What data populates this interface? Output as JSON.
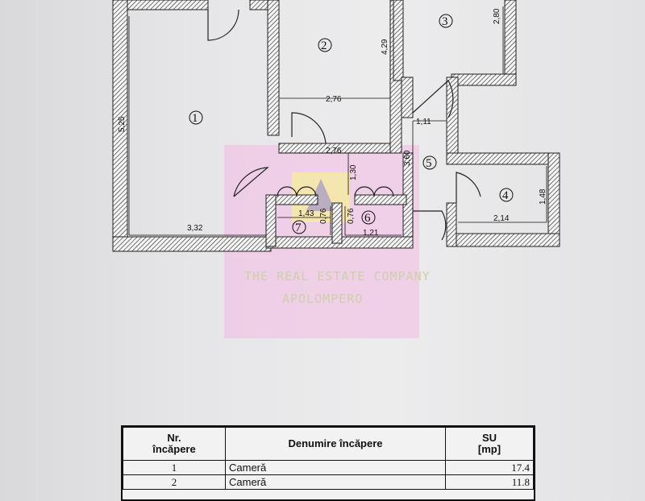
{
  "rooms": [
    {
      "number": "1"
    },
    {
      "number": "2"
    },
    {
      "number": "3"
    },
    {
      "number": "4"
    },
    {
      "number": "5"
    },
    {
      "number": "6"
    },
    {
      "number": "7"
    }
  ],
  "dimensions": {
    "d_525": "5,25",
    "d_332": "3,32",
    "d_276_top": "2,76",
    "d_276_mid": "2,76",
    "d_429": "4,29",
    "d_280": "2,80",
    "d_111": "1,11",
    "d_360": "3,60",
    "d_130": "1,30",
    "d_148": "1,48",
    "d_214": "2,14",
    "d_143": "1,43",
    "d_076_a": "0,76",
    "d_076_b": "0,76",
    "d_121": "1,21"
  },
  "watermark": {
    "line1": "THE REAL ESTATE COMPANY",
    "line2": "APOLOMPERO"
  },
  "table": {
    "headers": {
      "nr_line1": "Nr.",
      "nr_line2": "încăpere",
      "name": "Denumire încăpere",
      "su_line1": "SU",
      "su_line2": "[mp]"
    },
    "rows": [
      {
        "nr": "1",
        "name": "Cameră",
        "su": "17.4"
      },
      {
        "nr": "2",
        "name": "Cameră",
        "su": "11.8"
      }
    ]
  },
  "colors": {
    "wall_hatch": "#222222",
    "watermark_pink": "#f3b9e4",
    "watermark_yellow": "#f6eaa0"
  }
}
